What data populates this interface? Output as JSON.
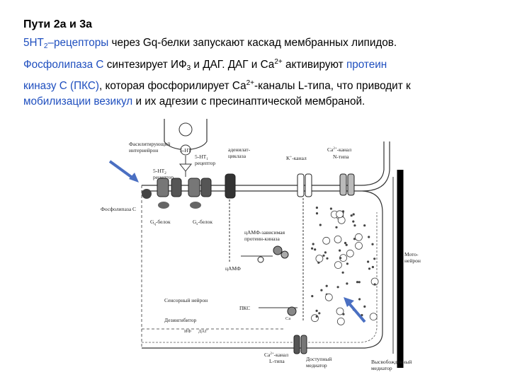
{
  "slide": {
    "title": "Пути 2а и 3а",
    "line1": {
      "seg1": "5HT",
      "seg1_sub": "2",
      "seg2": "–рецепторы",
      "seg3": " через Gq-белки запускают каскад мембранных липидов."
    },
    "line2": {
      "seg1": "Фосфолипаза С",
      "seg2": " синтезирует ИФ",
      "seg2_sub": "3",
      "seg3": " и ДАГ. ДАГ и Са",
      "seg3_sup": "2+",
      "seg4": " активируют ",
      "seg5": "протеин"
    },
    "line3": {
      "seg1": "киназу С (ПКС)",
      "seg2": ", которая фосфорилирует Са",
      "seg2_sup": "2+",
      "seg3": "-каналы L-типа, что приводит к"
    },
    "line4": {
      "seg1": "мобилизации везикул",
      "seg2": " и их адгезии с пресинаптической мембраной."
    }
  },
  "figure": {
    "labels": {
      "facilitating": "Фасилитирующий",
      "interneuron": "интернейрон",
      "serotonin": "5-HT",
      "receptor_5ht1": "5-HT",
      "receptor_5ht1_sub": "1",
      "receptor_word": "рецептор",
      "adenylate": "аденилат-",
      "cyclase": "циклаза",
      "k_channel": "K",
      "k_channel_sup": "+",
      "k_channel_word": "-канал",
      "ca_channel": "Ca",
      "ca_channel_sup": "2+",
      "ca_channel_word": "-канал",
      "ca_channel_type": "N-типа",
      "receptor_5ht2": "5-HT",
      "receptor_5ht2_sub": "2",
      "phospholipase": "Фосфолипаза C",
      "gq": "G",
      "gq_sub": "q",
      "gq_word": "-белок",
      "gs": "G",
      "gs_sub": "s",
      "gs_word": "-белок",
      "pka_line1": "цАМФ-зависимая",
      "pka_line2": "протеин-киназа",
      "camp": "цАМФ",
      "sensory": "Сенсорный нейрон",
      "pkc": "ПКС",
      "disinhibitory": "Дезингибитор",
      "bottom_ca_line1": "Ca",
      "bottom_ca_sup": "2+",
      "bottom_ca_word": "-канал",
      "bottom_ca_line2": "L-типа",
      "available_line1": "Доступный",
      "available_line2": "медиатор",
      "released_line1": "Высвобожденный",
      "released_line2": "медиатор",
      "motor_line1": "Мото-",
      "motor_line2": "нейрон",
      "ip3": "ИФ",
      "dag": "ДАГ",
      "ca_small": "Ca"
    }
  }
}
